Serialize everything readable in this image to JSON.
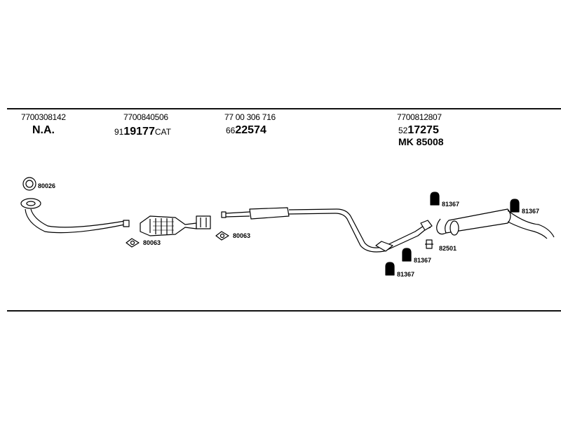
{
  "header": {
    "col1": {
      "part": "7700308142",
      "ref": "N.A."
    },
    "col2": {
      "part": "7700840506",
      "ref_prefix": "91",
      "ref_main": "19177",
      "ref_suffix": "CAT"
    },
    "col3": {
      "part": "77 00 306 716",
      "ref_prefix": "66",
      "ref_main": "22574"
    },
    "col4": {
      "part": "7700812807",
      "ref_prefix": "52",
      "ref_main": "17275",
      "kit": "MK  85008"
    }
  },
  "labels": {
    "ring": "80026",
    "gasket1": "80063",
    "gasket2": "80063",
    "hanger1": "81367",
    "hanger2": "81367",
    "hanger3": "81367",
    "hanger4": "81367",
    "clamp": "82501"
  }
}
